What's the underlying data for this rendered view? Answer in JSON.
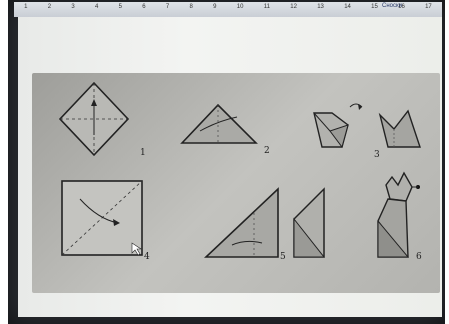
{
  "ruler": {
    "numbers": [
      "1",
      "2",
      "3",
      "4",
      "5",
      "6",
      "7",
      "8",
      "9",
      "10",
      "11",
      "12",
      "13",
      "14",
      "15",
      "16",
      "17"
    ],
    "label": "Сноски"
  },
  "figures": {
    "labels": [
      "1",
      "2",
      "3",
      "4",
      "5",
      "6"
    ]
  }
}
